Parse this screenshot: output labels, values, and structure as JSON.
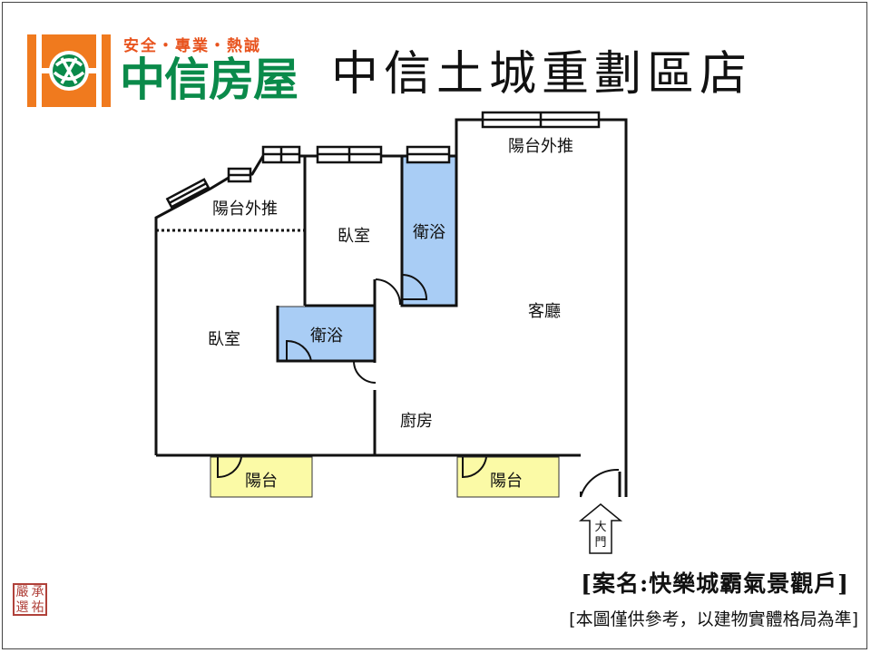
{
  "header": {
    "slogan": "安全・專業・熱誠",
    "brand": "中信房屋",
    "store": "中信土城重劃區店"
  },
  "rooms": {
    "balcony_ext_left": "陽台外推",
    "balcony_ext_right": "陽台外推",
    "bedroom_top": "臥室",
    "bath_top": "衛浴",
    "living": "客廳",
    "bedroom_left": "臥室",
    "bath_mid": "衛浴",
    "kitchen": "廚房",
    "balcony_left": "陽台",
    "balcony_right": "陽台"
  },
  "entrance": {
    "label_line1": "大",
    "label_line2": "門"
  },
  "footer": {
    "case_name": "[案名:快樂城霸氣景觀戶]",
    "disclaimer": "[本圖僅供參考，以建物實體格局為準]"
  },
  "seal": {
    "chars": [
      "嚴",
      "承",
      "選",
      "祐"
    ]
  },
  "colors": {
    "logo_orange": "#f07a1e",
    "brand_green": "#0a8a4a",
    "bath_blue": "#a9cdf5",
    "balcony_yellow": "#fbfaa6"
  }
}
